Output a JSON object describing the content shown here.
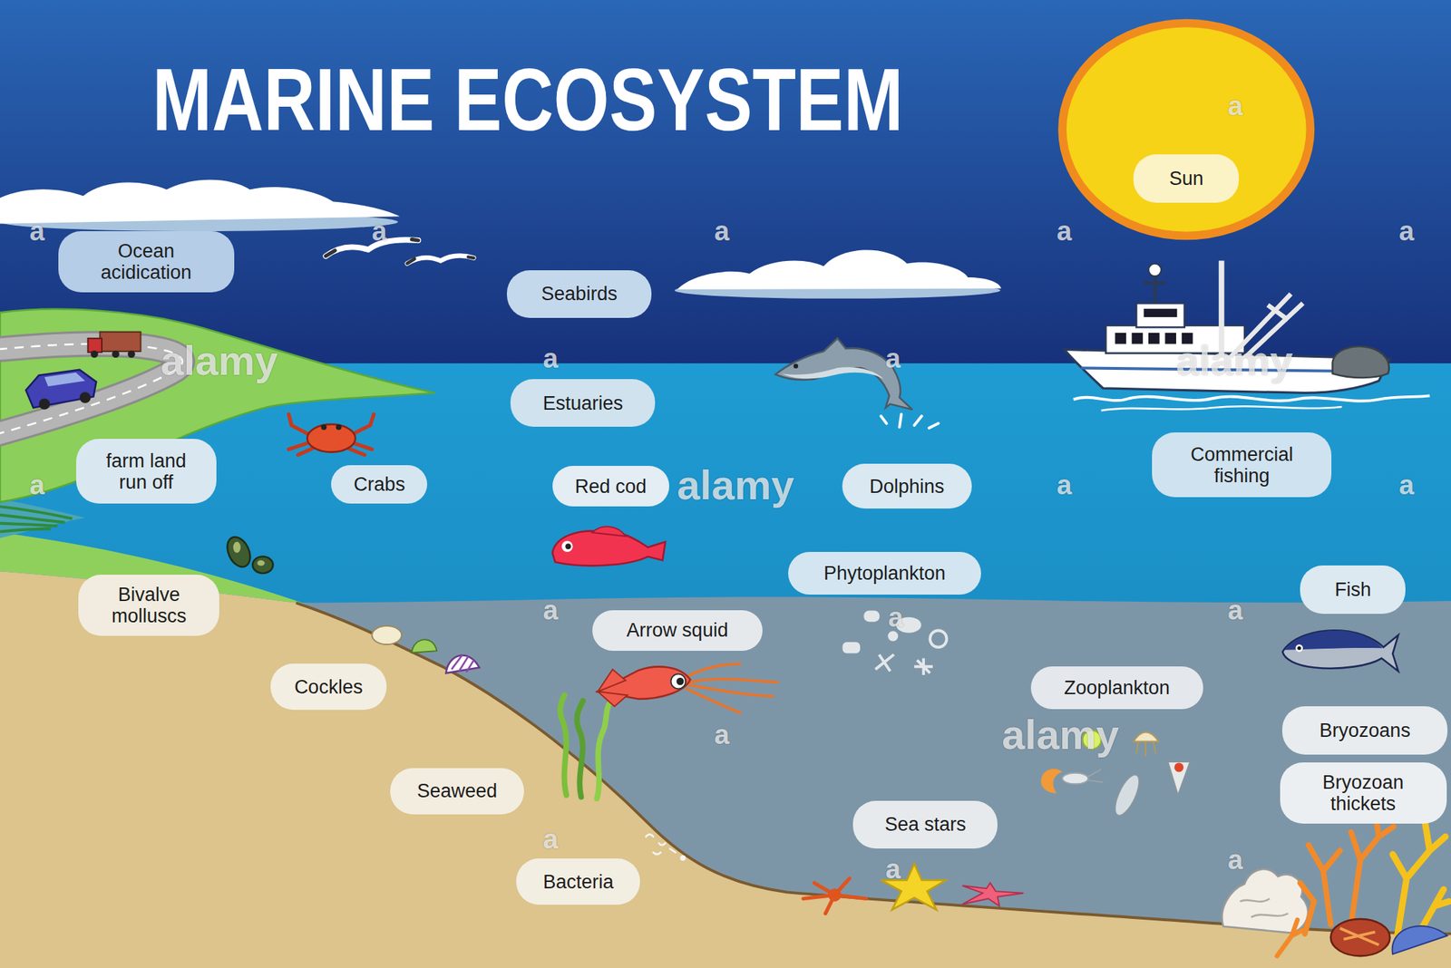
{
  "diagram": {
    "title": "MARINE ECOSYSTEM",
    "nodes": [
      {
        "text": [
          "Sun"
        ]
      },
      {
        "text": [
          "Ocean acidication"
        ]
      },
      {
        "text": [
          "Seabirds"
        ]
      },
      {
        "text": [
          "Estuaries"
        ]
      },
      {
        "text": [
          "farm land run off"
        ]
      },
      {
        "text": [
          "Crabs"
        ]
      },
      {
        "text": [
          "Red cod"
        ]
      },
      {
        "text": [
          "Dolphins"
        ]
      },
      {
        "text": [
          "Commercial fishing"
        ]
      },
      {
        "text": [
          "Phytoplankton"
        ]
      },
      {
        "text": [
          "Fish"
        ]
      },
      {
        "text": [
          "Bivalve molluscs"
        ]
      },
      {
        "text": [
          "Arrow squid"
        ]
      },
      {
        "text": [
          "Cockles"
        ]
      },
      {
        "text": [
          "Zooplankton"
        ]
      },
      {
        "text": [
          "Bryozoans"
        ]
      },
      {
        "text": [
          "Seaweed"
        ]
      },
      {
        "text": [
          "Bryozoan thickets"
        ]
      },
      {
        "text": [
          "Sea stars"
        ]
      },
      {
        "text": [
          "Bacteria"
        ]
      }
    ],
    "labels": [
      "a",
      "a",
      "a",
      "a",
      "a",
      "a",
      "alamy",
      "a",
      "a",
      "alamy",
      "a",
      "alamy",
      "a",
      "a",
      "a",
      "a",
      "a",
      "a",
      "alamy",
      "a",
      "a",
      "a"
    ]
  }
}
